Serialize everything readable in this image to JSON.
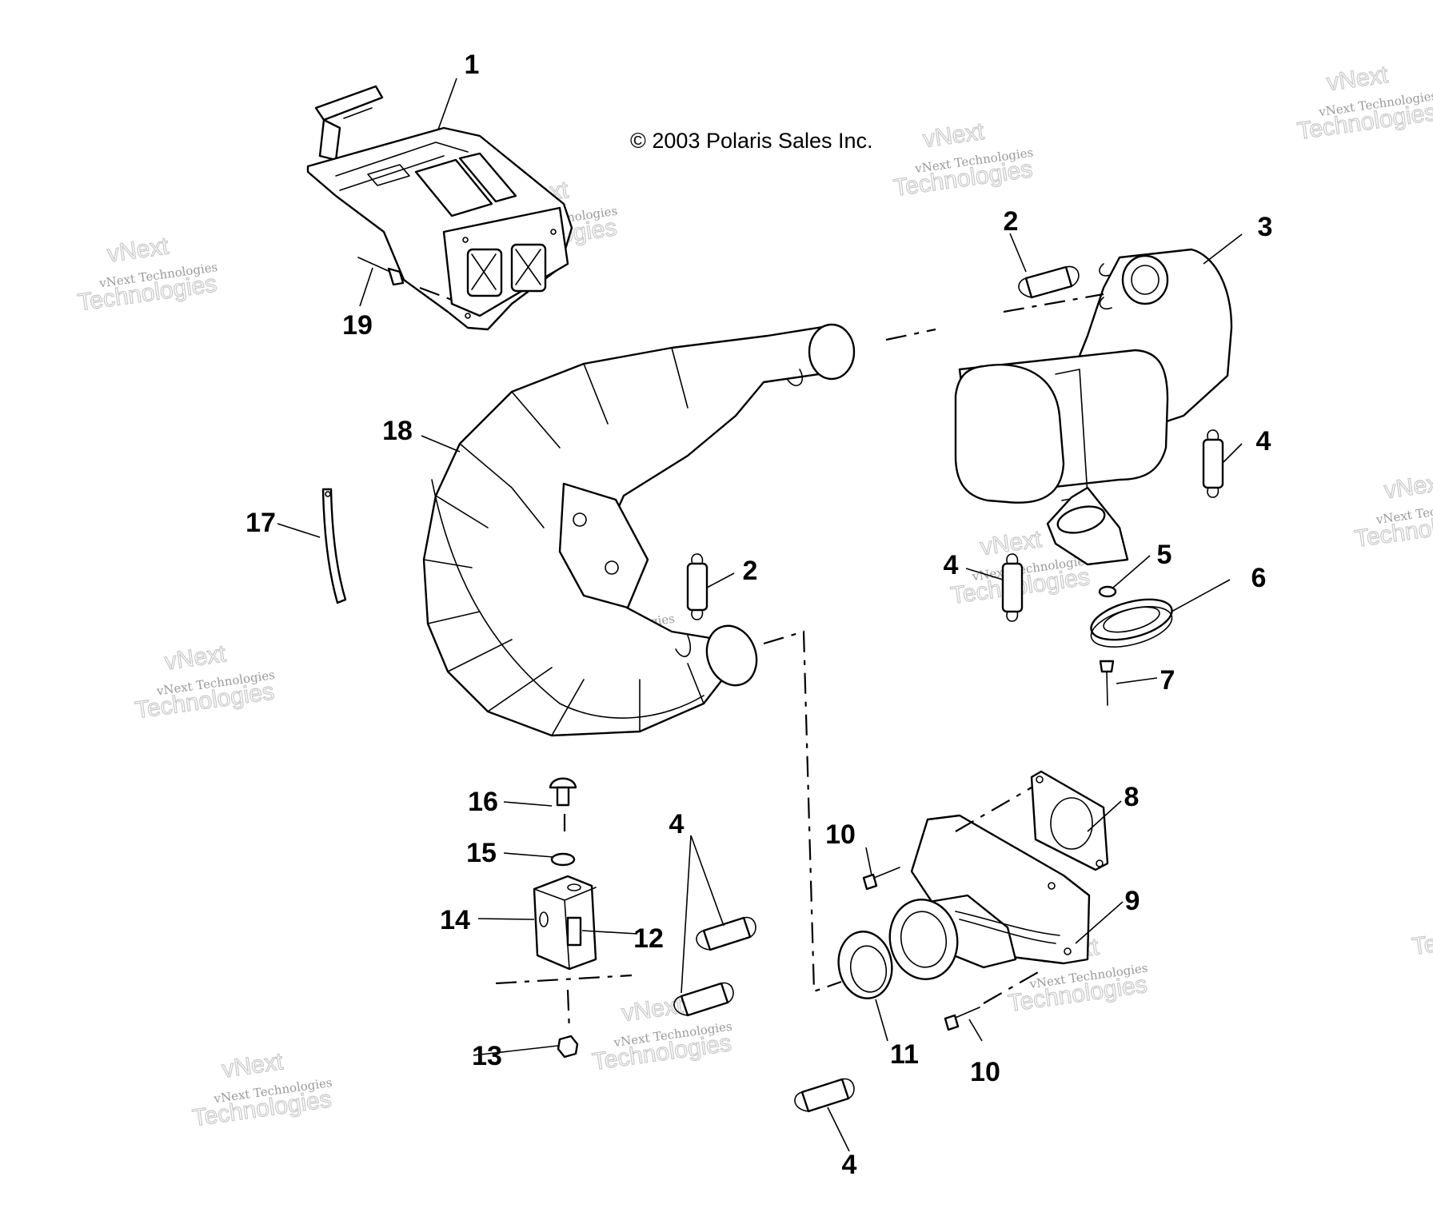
{
  "copyright": "© 2003 Polaris Sales Inc.",
  "watermark": {
    "line1": "vNext",
    "line2": "vNext Technologies",
    "line3": "Technologies"
  },
  "callouts": {
    "c1": "1",
    "c2a": "2",
    "c2b": "2",
    "c3": "3",
    "c4a": "4",
    "c4b": "4",
    "c4c": "4",
    "c4d": "4",
    "c5": "5",
    "c6": "6",
    "c7": "7",
    "c8": "8",
    "c9": "9",
    "c10a": "10",
    "c10b": "10",
    "c11": "11",
    "c12": "12",
    "c13": "13",
    "c14": "14",
    "c15": "15",
    "c16": "16",
    "c17": "17",
    "c18": "18",
    "c19": "19"
  }
}
